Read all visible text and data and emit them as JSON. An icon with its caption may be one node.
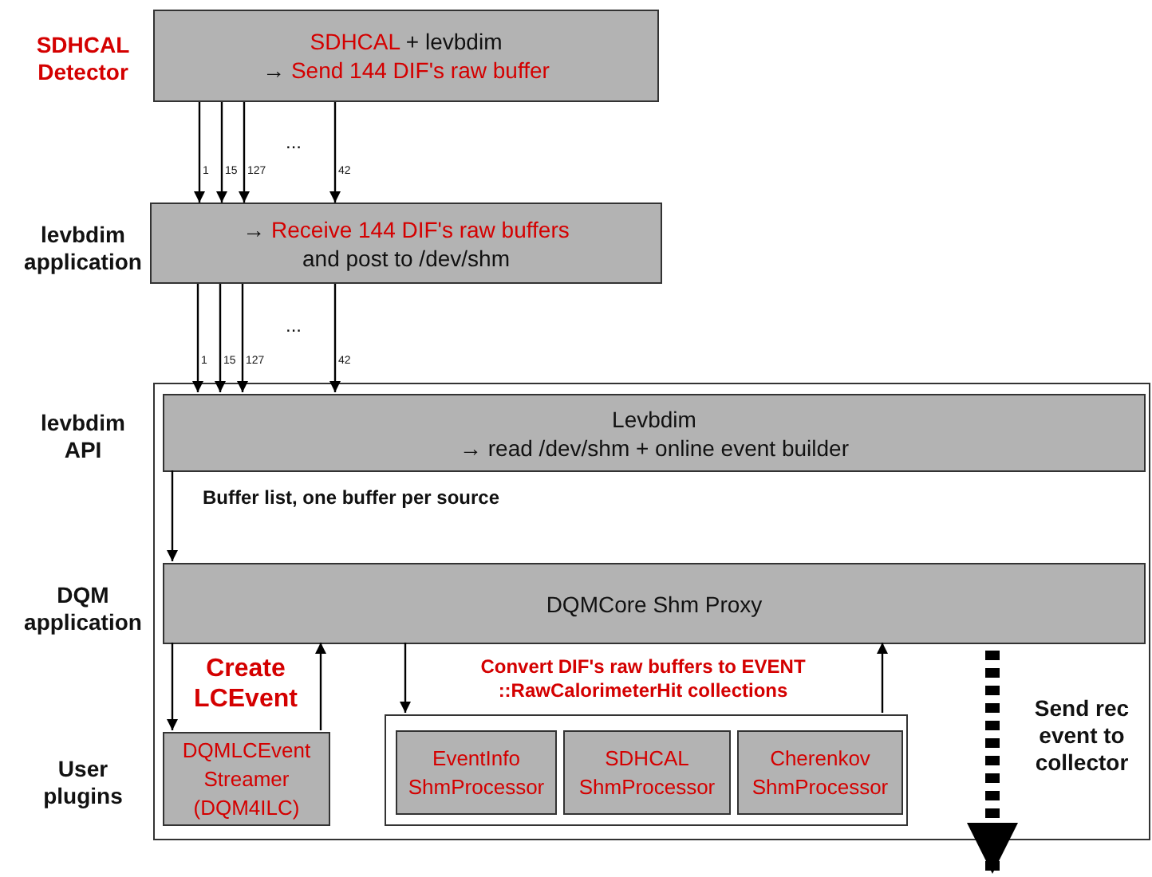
{
  "diagram": {
    "nodes": [
      {
        "text": [
          "SDHCAL",
          "+ levbdim",
          "→",
          "Send 144 DIF's raw buffer"
        ]
      },
      {
        "text": [
          "→",
          "Receive 144 DIF's raw buffers",
          "and post to /dev/shm"
        ]
      },
      {
        "text": [],
        "shape": "box"
      },
      {
        "text": [
          "Levbdim",
          "→ read /dev/shm + online event builder"
        ],
        "in": 2
      },
      {
        "text": [
          "DQMCore Shm Proxy"
        ],
        "in": 2
      },
      {
        "text": [
          "DQMLCEvent Streamer (DQM4ILC)"
        ],
        "in": 2
      },
      {
        "text": [],
        "shape": "box",
        "in": 2
      },
      {
        "text": [
          "EventInfo ShmProcessor"
        ],
        "in": 6
      },
      {
        "text": [
          "SDHCAL ShmProcessor"
        ],
        "in": 6
      },
      {
        "text": [
          "Cherenkov ShmProcessor"
        ],
        "in": 6
      }
    ],
    "edges": [
      {
        "from": 0,
        "to": 1,
        "arrow": "to",
        "label": "1"
      },
      {
        "from": 0,
        "to": 1,
        "arrow": "to",
        "label": "15"
      },
      {
        "from": 0,
        "to": 1,
        "arrow": "to",
        "label": "127"
      },
      {
        "from": 0,
        "to": 1,
        "arrow": "to",
        "label": "42"
      },
      {
        "from": 1,
        "to": 3,
        "arrow": "to",
        "label": "1"
      },
      {
        "from": 1,
        "to": 3,
        "arrow": "to",
        "label": "15"
      },
      {
        "from": 1,
        "to": 3,
        "arrow": "to",
        "label": "127"
      },
      {
        "from": 1,
        "to": 3,
        "arrow": "to",
        "label": "42"
      },
      {
        "from": 3,
        "to": 4,
        "arrow": "to",
        "label": "Buffer list, one buffer per source"
      },
      {
        "from": 4,
        "to": 5,
        "arrow": "to",
        "label": "Create LCEvent"
      },
      {
        "from": 5,
        "to": 4,
        "arrow": "to"
      },
      {
        "from": 4,
        "to": 6,
        "arrow": "to",
        "label": "Convert DIF's raw buffers to EVENT ::RawCalorimeterHit collections"
      },
      {
        "from": 6,
        "to": 4,
        "arrow": "to"
      },
      {
        "from": 4,
        "to": null,
        "arrow": "to",
        "style": "dashed",
        "label": "Send rec event to collector"
      }
    ],
    "labels": [
      "SDHCAL Detector",
      "levbdim application",
      "levbdim API",
      "DQM application",
      "User plugins",
      "...",
      "..."
    ]
  }
}
